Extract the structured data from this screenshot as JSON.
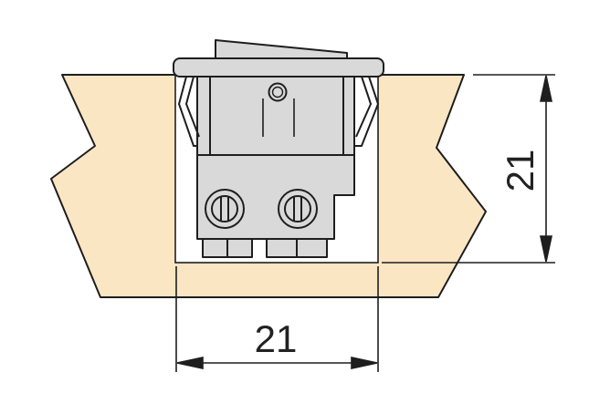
{
  "dimensions": {
    "width_label": "21",
    "height_label": "21"
  },
  "colors": {
    "panel": "#fbe6c4",
    "cutout": "#ffffff",
    "switch_body": "#d9d9d9",
    "switch_dark": "#cfcfcf",
    "stroke": "#1e1e1e"
  },
  "parts": [
    "mounting-panel",
    "panel-cutout",
    "rocker-switch",
    "terminal-screw",
    "mounting-clip",
    "dimension-line"
  ]
}
